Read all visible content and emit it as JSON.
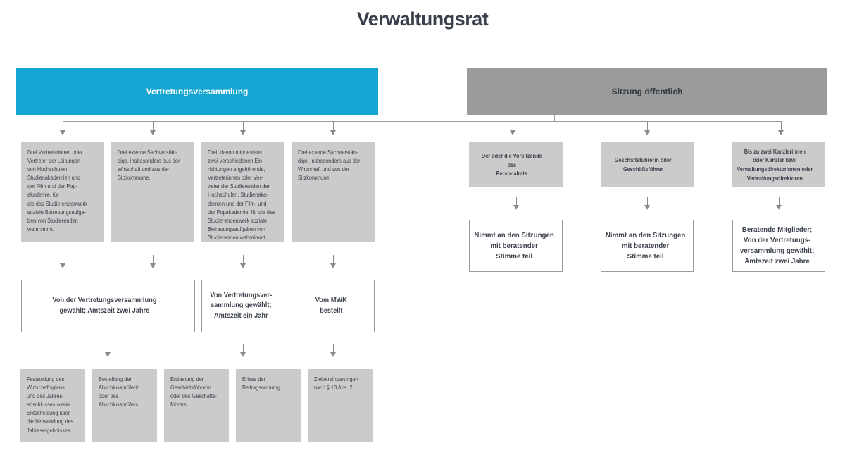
{
  "title": "Verwaltungsrat",
  "colors": {
    "accent_cyan": "#16a5d2",
    "header_gray": "#9b9b9b",
    "box_gray": "#cbcbcb",
    "text_dark": "#3d434e",
    "line_gray": "#9b9b9b",
    "arrow_gray": "#8a8a8a"
  },
  "headers": {
    "left": {
      "label": "Vertretungsversammlung"
    },
    "right": {
      "label": "Sitzung öffentlich"
    }
  },
  "left_branch": {
    "row1": [
      {
        "text": "Drei Vertreterinnen oder\nVertreter der Leitungen\nvon Hochschulen,\nStudienakademien und\nder Film und der Pop-\nakademie, für\ndie das Studierendenwerk\nsoziale Betreuungsaufga-\nben von Studierenden\nwahrnimmt."
      },
      {
        "text": "Drei externe Sachverstän-\ndige, insbesondere aus der\nWirtschaft und aus der\nSitzkommune."
      },
      {
        "text": "Drei, davon mindestens\nzwei verschiedenen Ein-\nrichtungen angehörende,\nVertreterinnen oder Ver-\ntreter der Studierenden der\nHochschulen, Studienaka-\ndemien und der Film- und\nder Popakademie, für die das\nStudierendenwerk soziale\nBetreuungsaufgaben von\nStudierenden wahrnimmt."
      },
      {
        "text": "Drei externe Sachverstän-\ndige, insbesondere aus der\nWirtschaft und aus der\nSitzkommune."
      }
    ],
    "row2": [
      {
        "text": "Von der Vertretungsversammlung\ngewählt; Amtszeit zwei Jahre"
      },
      {
        "text": "Von Vertretungsver-\nsammlung gewählt;\nAmtszeit ein Jahr"
      },
      {
        "text": "Vom MWK\nbestellt"
      }
    ],
    "row3": [
      {
        "text": "Feststellung des\nWirtschaftsplans\nund des Jahres-\nabschlusses sowie\nEntscheidung über\ndie Verwendung des\nJahresergebnisses"
      },
      {
        "text": "Bestellung der\nAbschlussprüferin\noder des\nAbschlussprüfers"
      },
      {
        "text": "Entlastung der\nGeschäftsführerin\noder des Geschäfts-\nführers"
      },
      {
        "text": "Erlass der\nBeitragsordnung"
      },
      {
        "text": "Zielvereinbarungen\nnach § 13 Abs. 2"
      }
    ]
  },
  "right_branch": {
    "columns": [
      {
        "role": "Der oder die Vorsitzende\ndes\nPersonalrats",
        "note": "Nimmt an den Sitzungen\nmit beratender\nStimme teil"
      },
      {
        "role": "Geschäftsführerin oder\nGeschäftsführer",
        "note": "Nimmt an den Sitzungen\nmit beratender\nStimme teil"
      },
      {
        "role": "Bis zu zwei Kanzlerinnen\noder Kanzler bzw.\nVerwaltungsdirektorinnen oder\nVerwaltungsdirektoren",
        "note": "Beratende Mitglieder;\nVon der Vertretungs-\nversammlung gewählt;\nAmtszeit zwei Jahre"
      }
    ]
  }
}
